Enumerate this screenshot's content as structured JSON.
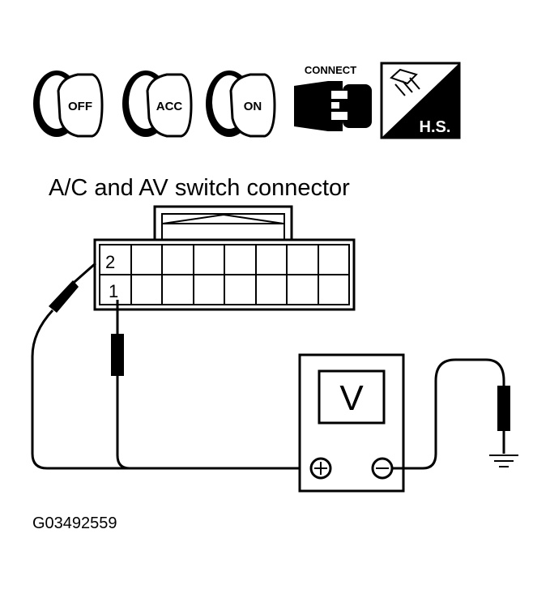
{
  "icons": {
    "ignition_positions": [
      "OFF",
      "ACC",
      "ON"
    ],
    "connect_label": "CONNECT",
    "hs_label": "H.S."
  },
  "diagram": {
    "title": "A/C and AV switch connector",
    "pins": [
      "2",
      "1"
    ],
    "meter_letter": "V",
    "figure_code": "G03492559"
  }
}
